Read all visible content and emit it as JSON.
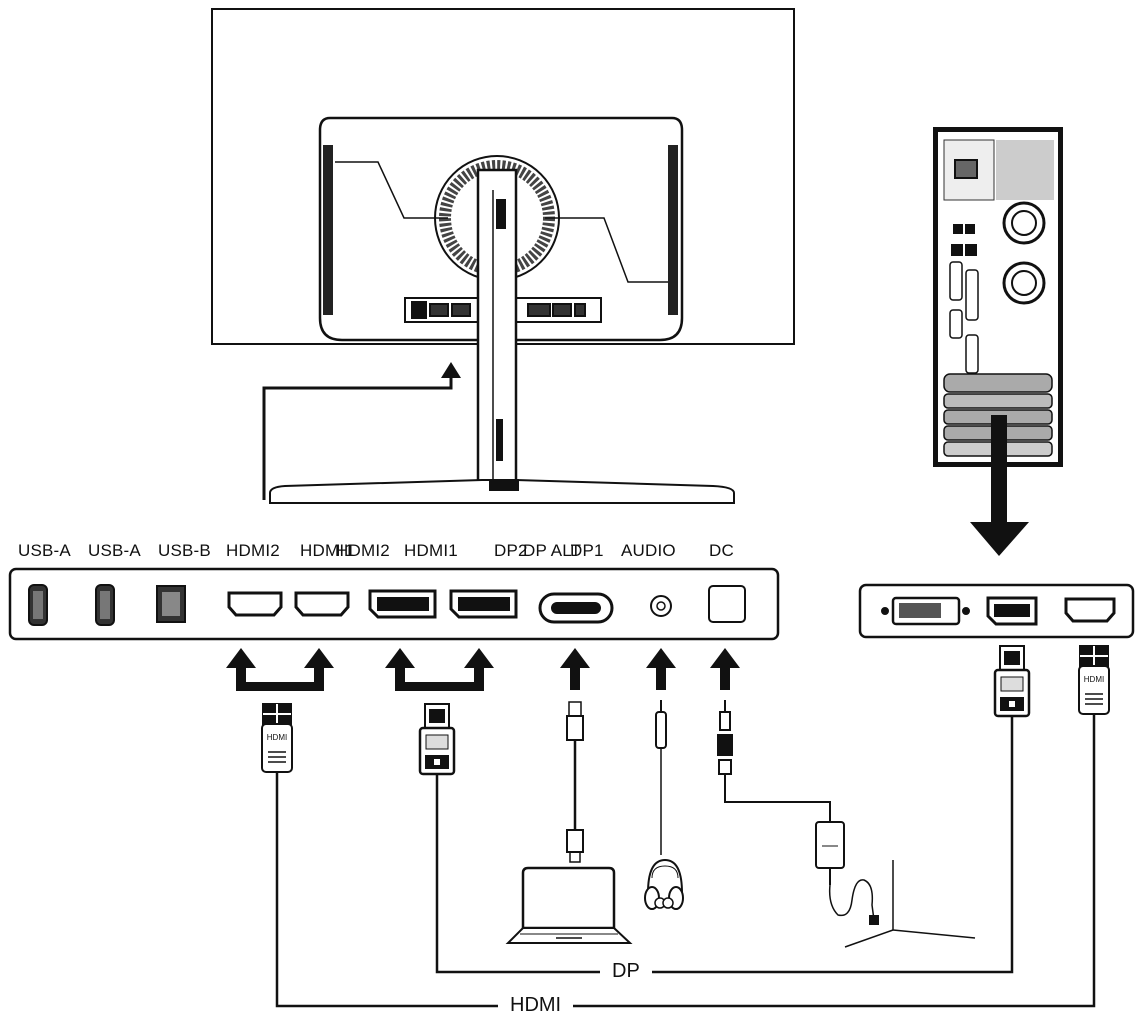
{
  "port_labels": [
    "USB-A",
    "USB-A",
    "USB-B",
    "HDMI2",
    "HDMI1",
    "HDMI2",
    "HDMI1",
    "DP2",
    "DP ALT",
    "DP1",
    "AUDIO",
    "DC"
  ],
  "plug_labels": {
    "hdmi_plug_monitor": "HDMI",
    "hdmi_plug_pc": "HDMI"
  },
  "cable_labels": {
    "dp": "DP",
    "hdmi": "HDMI"
  }
}
